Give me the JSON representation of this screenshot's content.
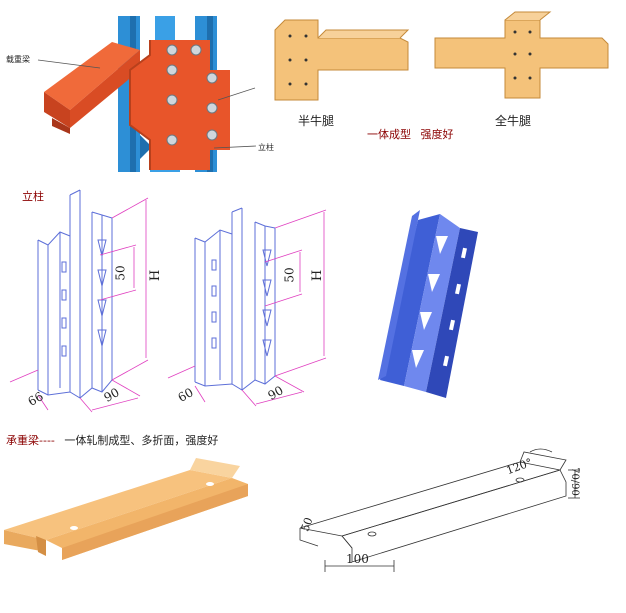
{
  "labels": {
    "load_beam_tag": "载重梁",
    "upright_tag": "立柱",
    "half_bracket": "半牛腿",
    "full_bracket": "全牛腿",
    "one_piece": "一体成型",
    "strength": "强度好",
    "upright_title": "立柱",
    "beam_title": "承重梁----",
    "beam_desc": "一体轧制成型、多折面，强度好"
  },
  "dimensions": {
    "left_upright": {
      "height": "H",
      "pitch": "50",
      "depth": "66",
      "width": "90"
    },
    "mid_upright": {
      "height": "H",
      "pitch": "50",
      "depth": "60",
      "width": "90"
    },
    "beam": {
      "width": "100",
      "lip": "50",
      "angle": "120°",
      "height": "70/90"
    }
  },
  "colors": {
    "accent_dark_red": "#8b0000",
    "bracket_orange": "#f4c27a",
    "beam_orange": "#f7c27e",
    "upright_blue": "#3f5fd6",
    "dimension_magenta": "#e040c0",
    "outline_blue": "#5d6fd8",
    "photo_orange": "#e8552a",
    "photo_blue": "#2d8fd6"
  }
}
